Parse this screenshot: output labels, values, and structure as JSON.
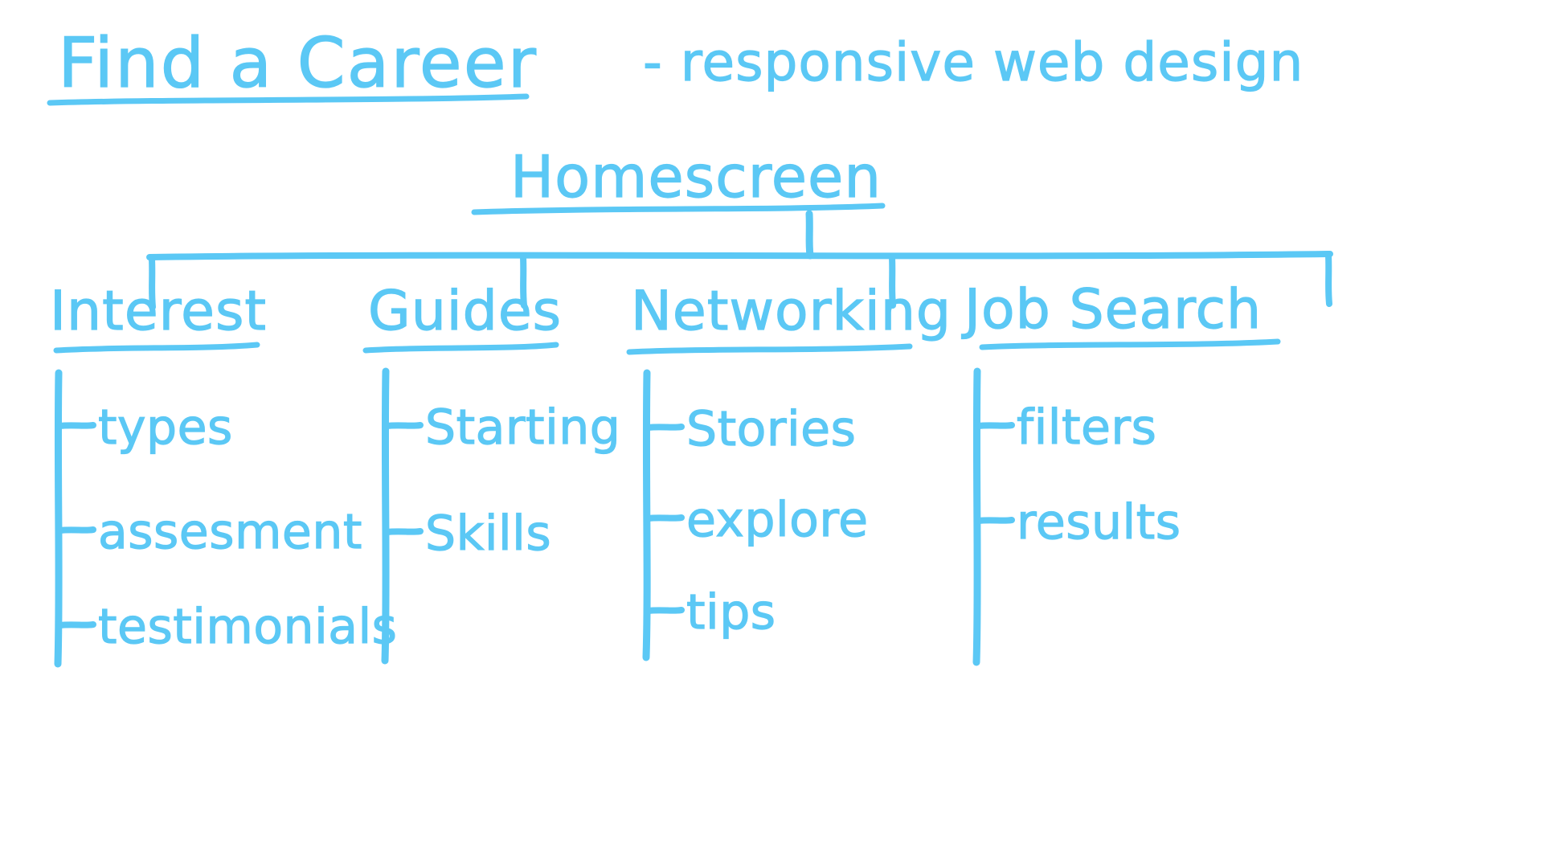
{
  "meta": {
    "ink_color": "#5BC8F5",
    "background_color": "#FFFFFF",
    "medium": "hand-drawn marker sketch"
  },
  "header": {
    "title": "Find a Career",
    "subtitle": "- responsive web design"
  },
  "root": {
    "label": "Homescreen"
  },
  "branches": [
    {
      "label": "Interest",
      "children": [
        {
          "label": "types"
        },
        {
          "label": "assesment"
        },
        {
          "label": "testimonials"
        }
      ]
    },
    {
      "label": "Guides",
      "children": [
        {
          "label": "Starting"
        },
        {
          "label": "Skills"
        }
      ]
    },
    {
      "label": "Networking",
      "children": [
        {
          "label": "Stories"
        },
        {
          "label": "explore"
        },
        {
          "label": "tips"
        }
      ]
    },
    {
      "label": "Job Search",
      "children": [
        {
          "label": "filters"
        },
        {
          "label": "results"
        }
      ]
    }
  ]
}
